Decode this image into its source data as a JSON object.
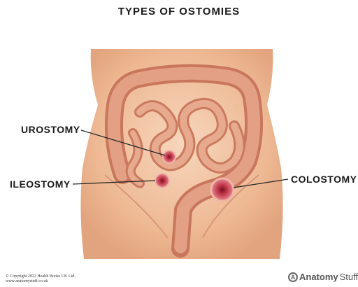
{
  "title": "TYPES OF OSTOMIES",
  "labels": {
    "urostomy": "UROSTOMY",
    "ileostomy": "ILEOSTOMY",
    "colostomy": "COLOSTOMY"
  },
  "footer": {
    "copyright_line1": "© Copyright 2022 Health Books UK Ltd.",
    "copyright_line2": "www.anatomystuff.co.uk",
    "brand_main": "Anatomy",
    "brand_suffix": "Stuff"
  },
  "colors": {
    "skin": "#f2c4a0",
    "intestine": "#d98a6e",
    "stoma": "#c0394a",
    "leader": "#222222"
  }
}
